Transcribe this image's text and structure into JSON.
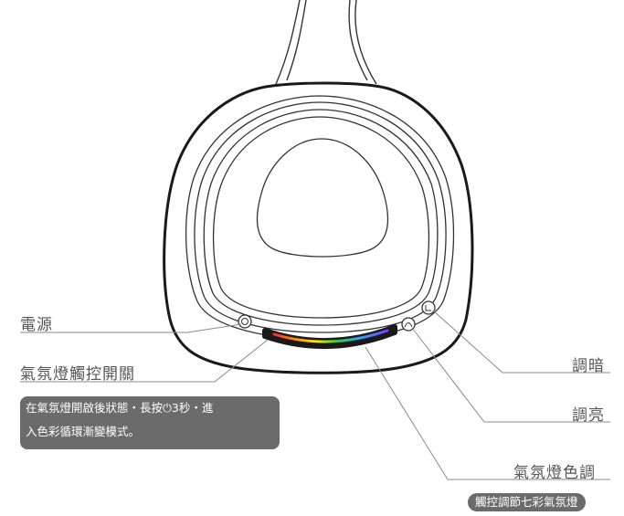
{
  "labels": {
    "power": "電源",
    "ambient_switch": "氣氛燈觸控開關",
    "dim": "調暗",
    "brighten": "調亮",
    "ambient_color": "氣氛燈色調"
  },
  "notes": {
    "switch_note_line1": "在氣氛燈開啟後狀態・長按⏻3秒・進",
    "switch_note_line2": "入色彩循環漸變模式。",
    "color_note": "觸控調節七彩氣氛燈"
  },
  "colors": {
    "outline": "#333333",
    "leader_line": "#8a8a8a",
    "note_bg": "#6b6b6b",
    "label_text": "#555555",
    "rainbow": [
      "#ff2a2a",
      "#ff9a00",
      "#ffe600",
      "#2ecc40",
      "#2aa7ff",
      "#7a3cff"
    ]
  },
  "icons": {
    "power": "power-icon",
    "brighten": "brightness-up-icon",
    "dim": "brightness-down-icon"
  }
}
